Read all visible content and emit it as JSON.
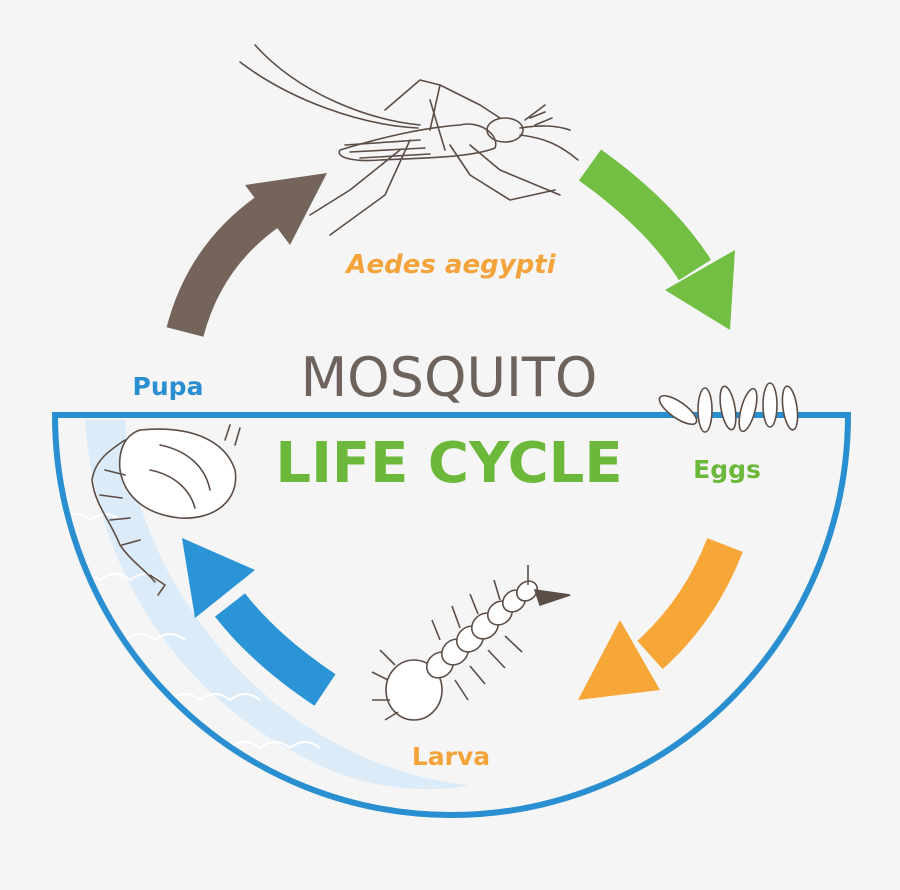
{
  "title": {
    "line1": "MOSQUITO",
    "line2": "LIFE CYCLE"
  },
  "stages": {
    "adult": "Aedes aegypti",
    "eggs": "Eggs",
    "larva": "Larva",
    "pupa": "Pupa"
  },
  "colors": {
    "background": "#f5f5f5",
    "water_outline": "#2a8fd0",
    "water_fill": "#dcebf8",
    "title_dark": "#6e635c",
    "title_green": "#6cb83a",
    "adult_label": "#f3a33a",
    "eggs_label": "#6cb83a",
    "larva_label": "#f3a33a",
    "pupa_label": "#2a8fd0",
    "arrow_adult_to_eggs": "#72bf44",
    "arrow_eggs_to_larva": "#f6a738",
    "arrow_larva_to_pupa": "#2a94d6",
    "arrow_pupa_to_adult": "#74645a",
    "line_art": "#5b4e47"
  },
  "icons": [
    "mosquito-adult-icon",
    "eggs-icon",
    "larva-icon",
    "pupa-icon"
  ]
}
